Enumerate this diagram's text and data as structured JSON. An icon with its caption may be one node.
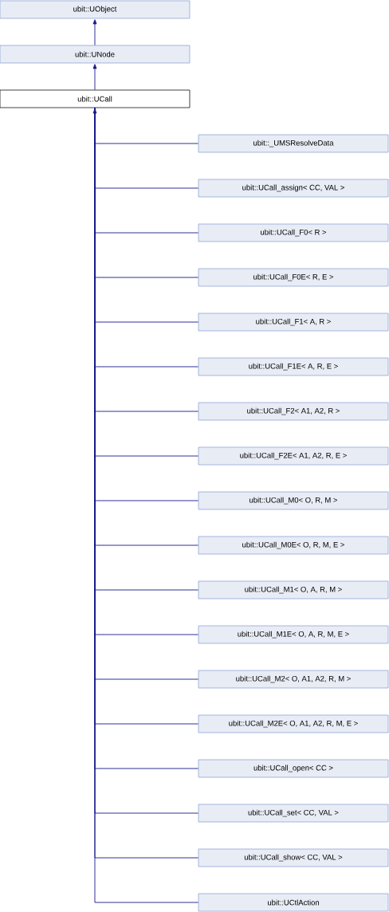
{
  "diagram": {
    "nodes": [
      {
        "text": [
          "ubit::UObject"
        ]
      },
      {
        "text": [
          "ubit::UNode"
        ]
      },
      {
        "text": [
          "ubit::UCall"
        ]
      },
      {
        "text": [
          "ubit::_UMSResolveData"
        ]
      },
      {
        "text": [
          "ubit::UCall_assign< CC, VAL >"
        ]
      },
      {
        "text": [
          "ubit::UCall_F0< R >"
        ]
      },
      {
        "text": [
          "ubit::UCall_F0E< R, E >"
        ]
      },
      {
        "text": [
          "ubit::UCall_F1< A, R >"
        ]
      },
      {
        "text": [
          "ubit::UCall_F1E< A, R, E >"
        ]
      },
      {
        "text": [
          "ubit::UCall_F2< A1, A2, R >"
        ]
      },
      {
        "text": [
          "ubit::UCall_F2E< A1, A2, R, E >"
        ]
      },
      {
        "text": [
          "ubit::UCall_M0< O, R, M >"
        ]
      },
      {
        "text": [
          "ubit::UCall_M0E< O, R, M, E >"
        ]
      },
      {
        "text": [
          "ubit::UCall_M1< O, A, R, M >"
        ]
      },
      {
        "text": [
          "ubit::UCall_M1E< O, A, R, M, E >"
        ]
      },
      {
        "text": [
          "ubit::UCall_M2< O, A1, A2, R, M >"
        ]
      },
      {
        "text": [
          "ubit::UCall_M2E< O, A1, A2, R, M, E >"
        ]
      },
      {
        "text": [
          "ubit::UCall_open< CC >"
        ]
      },
      {
        "text": [
          "ubit::UCall_set< CC, VAL >"
        ]
      },
      {
        "text": [
          "ubit::UCall_show< CC, VAL >"
        ]
      },
      {
        "text": [
          "ubit::UCtlAction"
        ]
      }
    ],
    "edges": [
      {
        "from": 1,
        "to": 0,
        "arrow": "to"
      },
      {
        "from": 2,
        "to": 1,
        "arrow": "to"
      },
      {
        "from": 3,
        "to": 2,
        "arrow": "to"
      },
      {
        "from": 4,
        "to": 2,
        "arrow": "to"
      },
      {
        "from": 5,
        "to": 2,
        "arrow": "to"
      },
      {
        "from": 6,
        "to": 2,
        "arrow": "to"
      },
      {
        "from": 7,
        "to": 2,
        "arrow": "to"
      },
      {
        "from": 8,
        "to": 2,
        "arrow": "to"
      },
      {
        "from": 9,
        "to": 2,
        "arrow": "to"
      },
      {
        "from": 10,
        "to": 2,
        "arrow": "to"
      },
      {
        "from": 11,
        "to": 2,
        "arrow": "to"
      },
      {
        "from": 12,
        "to": 2,
        "arrow": "to"
      },
      {
        "from": 13,
        "to": 2,
        "arrow": "to"
      },
      {
        "from": 14,
        "to": 2,
        "arrow": "to"
      },
      {
        "from": 15,
        "to": 2,
        "arrow": "to"
      },
      {
        "from": 16,
        "to": 2,
        "arrow": "to"
      },
      {
        "from": 17,
        "to": 2,
        "arrow": "to"
      },
      {
        "from": 18,
        "to": 2,
        "arrow": "to"
      },
      {
        "from": 19,
        "to": 2,
        "arrow": "to"
      },
      {
        "from": 20,
        "to": 2,
        "arrow": "to"
      }
    ]
  }
}
